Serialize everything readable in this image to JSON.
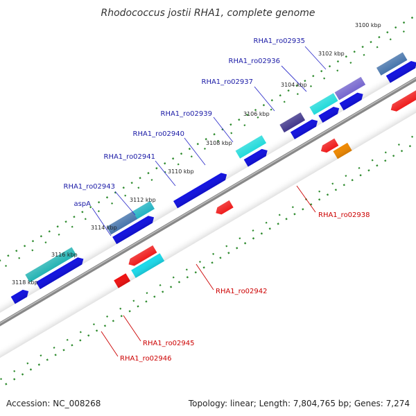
{
  "title": "Rhodococcus jostii RHA1, complete genome",
  "footer": {
    "accession": "Accession: NC_008268",
    "summary": "Topology: linear; Length: 7,804,765 bp; Genes: 7,274"
  },
  "ticks": [
    "3100 kbp",
    "3102 kbp",
    "3104 kbp",
    "3106 kbp",
    "3108 kbp",
    "3110 kbp",
    "3112 kbp",
    "3114 kbp",
    "3116 kbp",
    "3118 kbp"
  ],
  "colors": {
    "backbone": "#888888",
    "tick_mark": "#2e8b2e",
    "label_top": "#1a1aa6",
    "label_bottom": "#cc0000",
    "leader_top": "#3333cc",
    "leader_bottom": "#cc0000"
  },
  "genes_top": [
    "RHA1_ro02935",
    "RHA1_ro02936",
    "RHA1_ro02937",
    "RHA1_ro02939",
    "RHA1_ro02940",
    "RHA1_ro02941",
    "RHA1_ro02943",
    "aspA"
  ],
  "genes_bottom": [
    "RHA1_ro02938",
    "RHA1_ro02942",
    "RHA1_ro02945",
    "RHA1_ro02946"
  ]
}
